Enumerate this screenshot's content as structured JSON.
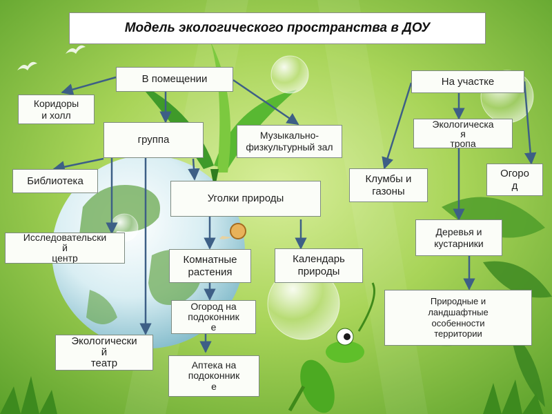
{
  "title": "Модель экологического пространства в  ДОУ",
  "colors": {
    "background": "#8cc63f",
    "arrow": "#3d5f86",
    "box_border": "#7d8a80"
  },
  "icons": [
    "globe-illustration",
    "plant-illustration",
    "grasshopper-illustration",
    "snail-illustration",
    "bubble-decoration",
    "bird-silhouette"
  ],
  "nodes": {
    "indoors": "В помещении",
    "corridors": "Коридоры\nи холл",
    "group": "группа",
    "music_hall": "Музыкально-\nфизкультурный зал",
    "library": "Библиотека",
    "nature_corners": "Уголки природы",
    "research_center": "Исследовательски\nй\nцентр",
    "indoor_plants": "Комнатные\nрастения",
    "nature_calendar": "Календарь\nприроды",
    "windowsill_garden": "Огород на\nподоконник\nе",
    "eco_theatre": "Экологически\nй\nтеатр",
    "windowsill_pharmacy": "Аптека на\nподоконник\nе",
    "on_site": "На участке",
    "eco_trail": "Экологическа\nя\nтропа",
    "flowerbeds": "Клумбы и\nгазоны",
    "vegetable_garden": "Огоро\nд",
    "trees": "Деревья и\nкустарники",
    "natural_features": "Природные и\nландшафтные\nособенности\nтерритории"
  }
}
